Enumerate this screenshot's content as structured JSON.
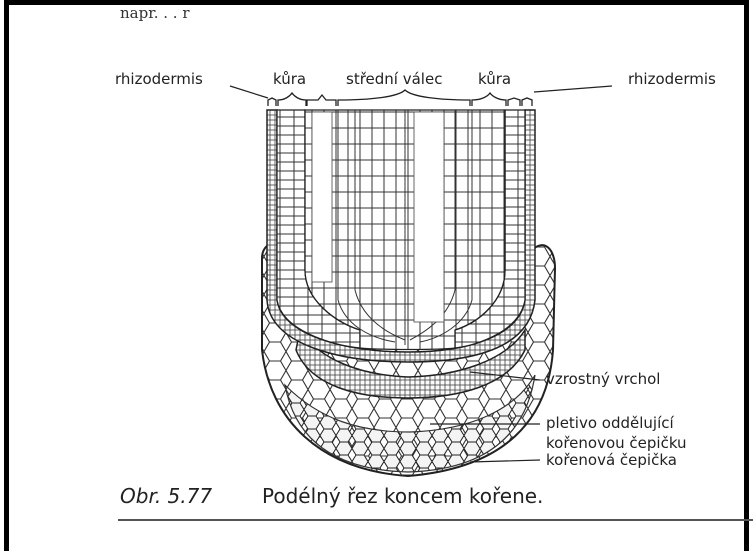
{
  "top_fragment": "napr. . .  r",
  "labels": {
    "rhizodermis_left": "rhizodermis",
    "kura_left": "kůra",
    "stredni_valec": "střední válec",
    "kura_right": "kůra",
    "rhizodermis_right": "rhizodermis",
    "vzrostny_vrchol": "vzrostný vrchol",
    "pletivo_line1": "pletivo oddělující",
    "pletivo_line2": "kořenovou čepičku",
    "korenova_cepicka": "kořenová čepička"
  },
  "caption": {
    "number": "Obr. 5.77",
    "text": "Podélný řez koncem kořene."
  }
}
